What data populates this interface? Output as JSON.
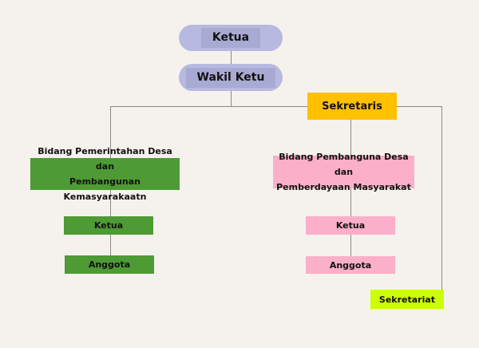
{
  "nodes": {
    "ketua": "Ketua",
    "wakil": "Wakil Ketu",
    "sekretaris": "Sekretaris",
    "bidang1": {
      "title_line1": "Bidang Pemerintahan Desa dan",
      "title_line2": "Pembangunan Kemasyarakaatn",
      "ketua": "Ketua",
      "anggota": "Anggota"
    },
    "bidang2": {
      "title_line1": "Bidang Pembanguna Desa dan",
      "title_line2": "Pemberdayaan Masyarakat",
      "ketua": "Ketua",
      "anggota": "Anggota"
    },
    "sekretariat": "Sekretariat"
  },
  "colors": {
    "top": "#b8b9e0",
    "sekretaris": "#ffc000",
    "bidang1": "#4e9a34",
    "bidang2": "#fbafc8",
    "sekretariat": "#ccff00"
  }
}
